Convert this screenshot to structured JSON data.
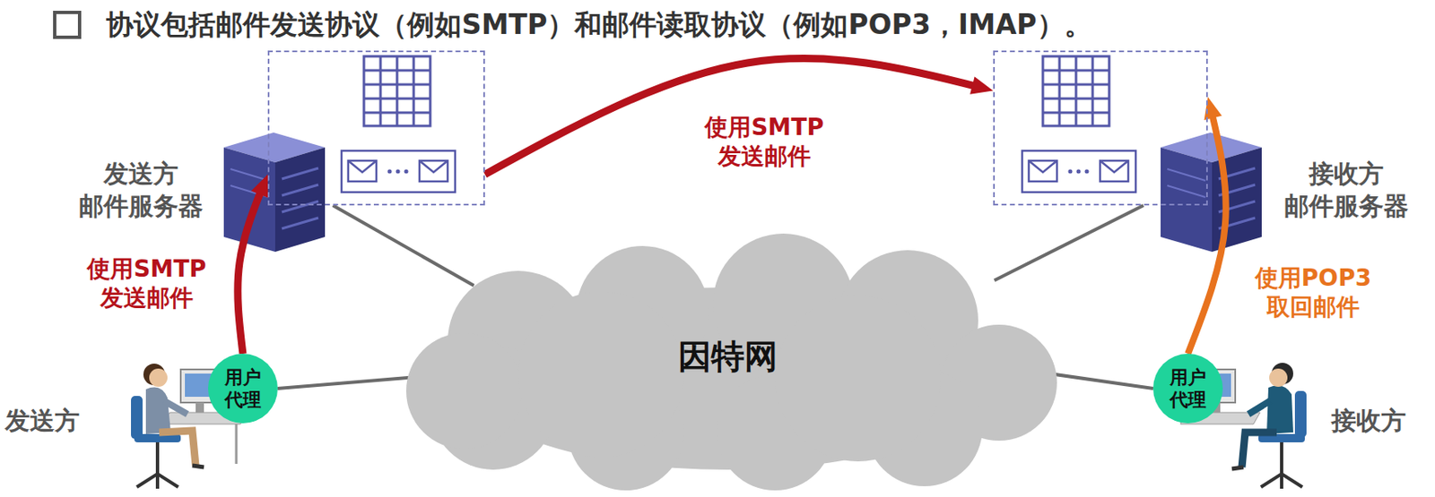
{
  "diagram": {
    "title": "协议包括邮件发送协议（例如SMTP）和邮件读取协议（例如POP3，IMAP）。",
    "nodes": [
      {
        "text": [
          "发送方 邮件服务器"
        ]
      },
      {
        "text": [
          "接收方 邮件服务器"
        ]
      },
      {
        "text": [
          "用户 代理"
        ]
      },
      {
        "text": [
          "用户 代理"
        ]
      },
      {
        "text": [
          "因特网"
        ]
      }
    ],
    "edges": [
      {
        "from": 2,
        "to": 0,
        "arrow": "to",
        "label": "使用SMTP 发送邮件"
      },
      {
        "from": 0,
        "to": 1,
        "arrow": "to",
        "label": "使用SMTP 发送邮件"
      },
      {
        "from": 3,
        "to": 1,
        "arrow": "to",
        "label": "使用POP3 取回邮件"
      },
      {
        "from": 0,
        "to": 4,
        "arrow": "none"
      },
      {
        "from": 1,
        "to": 4,
        "arrow": "none"
      },
      {
        "from": 2,
        "to": 4,
        "arrow": "none"
      },
      {
        "from": 3,
        "to": 4,
        "arrow": "none"
      }
    ],
    "labels": [
      "发送方",
      "接收方"
    ]
  }
}
